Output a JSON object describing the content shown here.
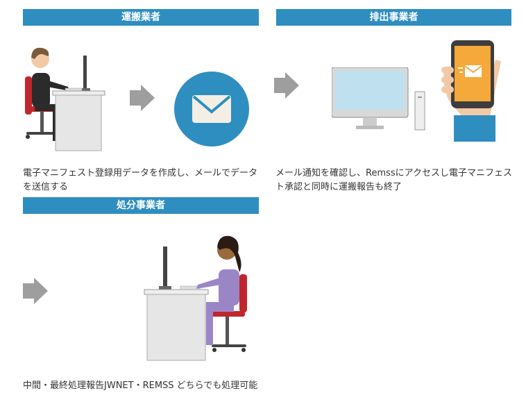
{
  "sections": {
    "transport": {
      "title": "運搬業者",
      "description": "電子マニフェスト登録用データを作成し、メールでデータを送信する"
    },
    "emitter": {
      "title": "排出事業者",
      "description": "メール通知を確認し、Remssにアクセスし電子マニフェスト承認と同時に運搬報告も終了"
    },
    "disposal": {
      "title": "処分事業者",
      "description": "中間・最終処理報告JWNET・REMSS どちらでも処理可能"
    }
  },
  "colors": {
    "header_bg": "#2e8ec0",
    "arrow": "#9e9e9e",
    "mail_circle": "#2e8ec0",
    "phone_screen": "#f4a93a"
  },
  "icons": [
    "person-at-desk-illustration",
    "mail-icon",
    "monitor-illustration",
    "smartphone-mail-illustration",
    "woman-at-desk-illustration",
    "arrow-right-icon"
  ]
}
